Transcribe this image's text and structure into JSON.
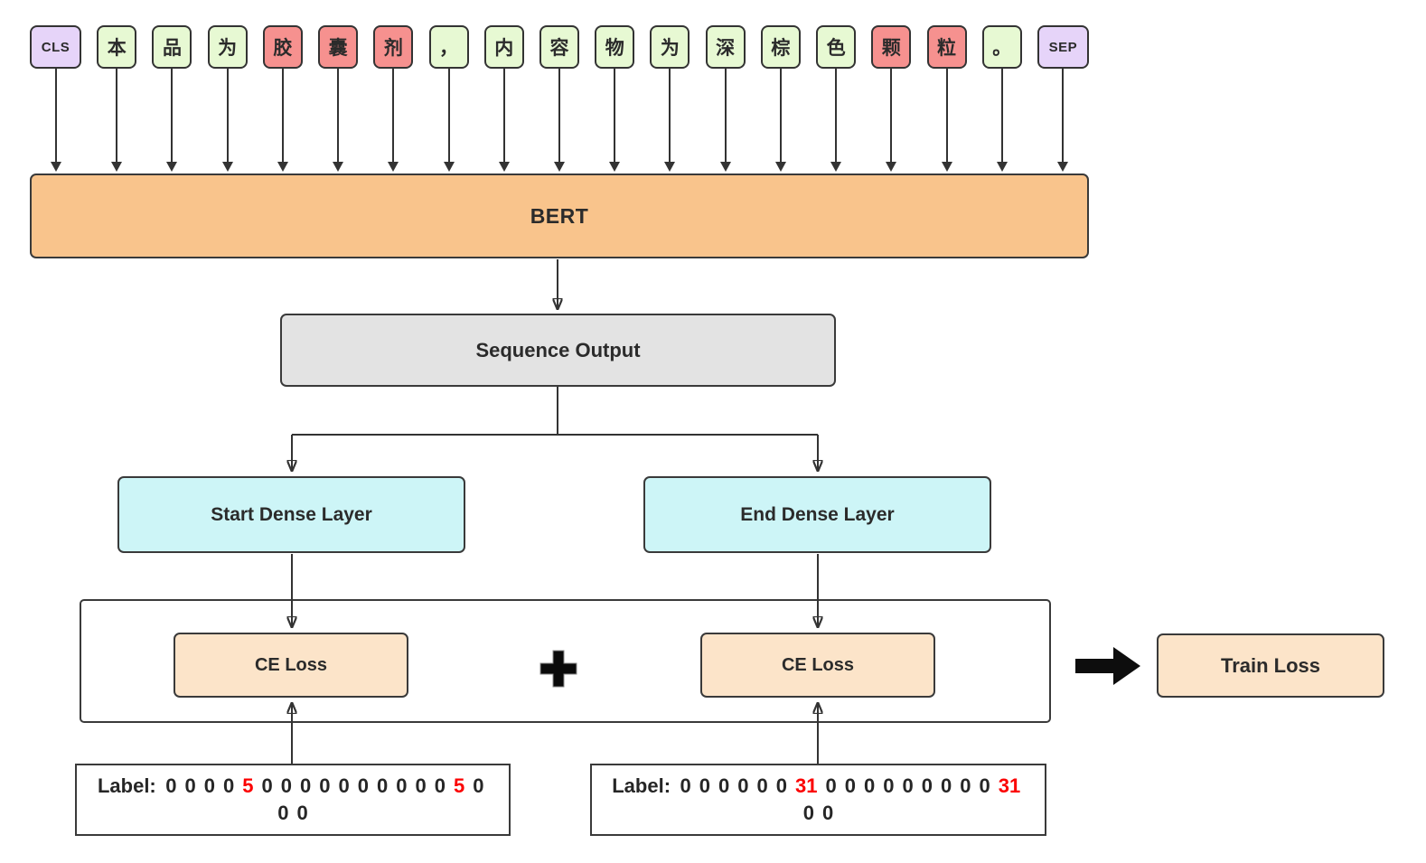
{
  "colors": {
    "special_token_fill": "#e6d4f9",
    "normal_token_fill": "#e7f9d3",
    "entity_token_fill": "#f6918f",
    "bert_fill": "#f9c48c",
    "sequence_output_fill": "#e3e3e3",
    "dense_fill": "#cdf5f7",
    "loss_fill": "#fce4c9",
    "border": "#3a3a3a",
    "arrow": "#333333",
    "highlight_text": "#fb0000"
  },
  "tokens": [
    {
      "text": "CLS",
      "type": "special"
    },
    {
      "text": "本",
      "type": "normal"
    },
    {
      "text": "品",
      "type": "normal"
    },
    {
      "text": "为",
      "type": "normal"
    },
    {
      "text": "胶",
      "type": "entity"
    },
    {
      "text": "囊",
      "type": "entity"
    },
    {
      "text": "剂",
      "type": "entity"
    },
    {
      "text": "，",
      "type": "normal"
    },
    {
      "text": "内",
      "type": "normal"
    },
    {
      "text": "容",
      "type": "normal"
    },
    {
      "text": "物",
      "type": "normal"
    },
    {
      "text": "为",
      "type": "normal"
    },
    {
      "text": "深",
      "type": "normal"
    },
    {
      "text": "棕",
      "type": "normal"
    },
    {
      "text": "色",
      "type": "normal"
    },
    {
      "text": "颗",
      "type": "entity"
    },
    {
      "text": "粒",
      "type": "entity"
    },
    {
      "text": "。",
      "type": "normal"
    },
    {
      "text": "SEP",
      "type": "special"
    }
  ],
  "nodes": {
    "bert": "BERT",
    "sequence_output": "Sequence Output",
    "start_dense": "Start Dense Layer",
    "end_dense": "End Dense Layer",
    "ce_loss_start": "CE Loss",
    "ce_loss_end": "CE Loss",
    "train_loss": "Train Loss"
  },
  "icons": {
    "plus": "+",
    "train_loss_arrow": "right-arrow"
  },
  "labels": {
    "start": {
      "prefix": "Label:",
      "line1": [
        "0",
        "0",
        "0",
        "0",
        "5",
        "0",
        "0",
        "0",
        "0",
        "0",
        "0",
        "0",
        "0",
        "0",
        "0",
        "5",
        "0"
      ],
      "line2": [
        "0",
        "0"
      ]
    },
    "end": {
      "prefix": "Label:",
      "line1": [
        "0",
        "0",
        "0",
        "0",
        "0",
        "0",
        "31",
        "0",
        "0",
        "0",
        "0",
        "0",
        "0",
        "0",
        "0",
        "0",
        "31"
      ],
      "line2": [
        "0",
        "0"
      ]
    }
  }
}
